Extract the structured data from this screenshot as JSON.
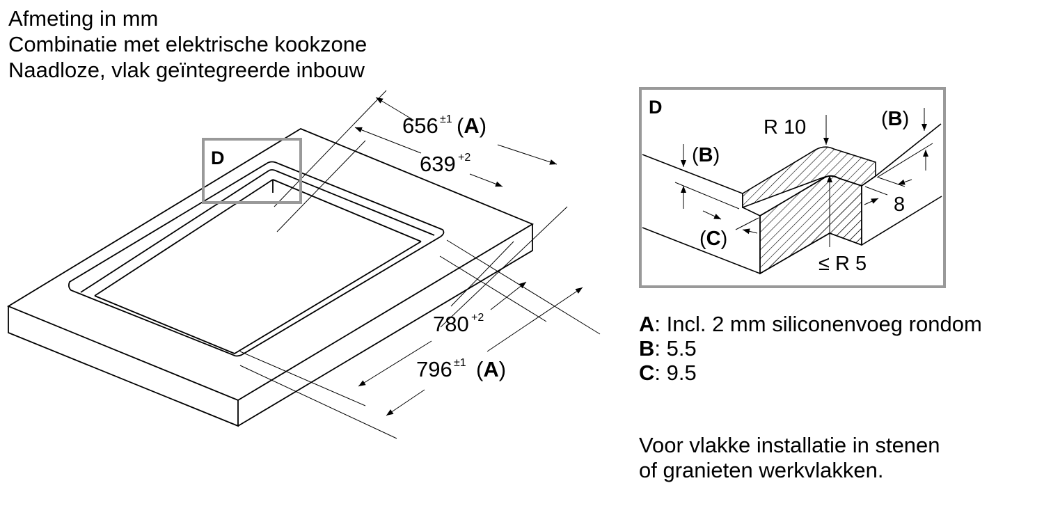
{
  "header": {
    "line1": "Afmeting in mm",
    "line2": "Combinatie met elektrische kookzone",
    "line3": "Naadloze, vlak geïntegreerde inbouw"
  },
  "main_drawing": {
    "detail_marker": "D",
    "dim_656": {
      "value": "656",
      "tol": "±1",
      "ref": "A"
    },
    "dim_639": {
      "value": "639",
      "tol": "+2"
    },
    "dim_780": {
      "value": "780",
      "tol": "+2"
    },
    "dim_796": {
      "value": "796",
      "tol": "±1",
      "ref": "A"
    }
  },
  "detail": {
    "label": "D",
    "r10": "R 10",
    "b_left": "B",
    "b_right": "B",
    "c": "C",
    "eight": "8",
    "r5": "≤ R 5"
  },
  "legend": [
    {
      "key": "A",
      "text": ": Incl. 2 mm siliconenvoeg rondom"
    },
    {
      "key": "B",
      "text": ": 5.5"
    },
    {
      "key": "C",
      "text": ": 9.5"
    }
  ],
  "note": {
    "line1": "Voor vlakke installatie in stenen",
    "line2": "of granieten werkvlakken."
  }
}
